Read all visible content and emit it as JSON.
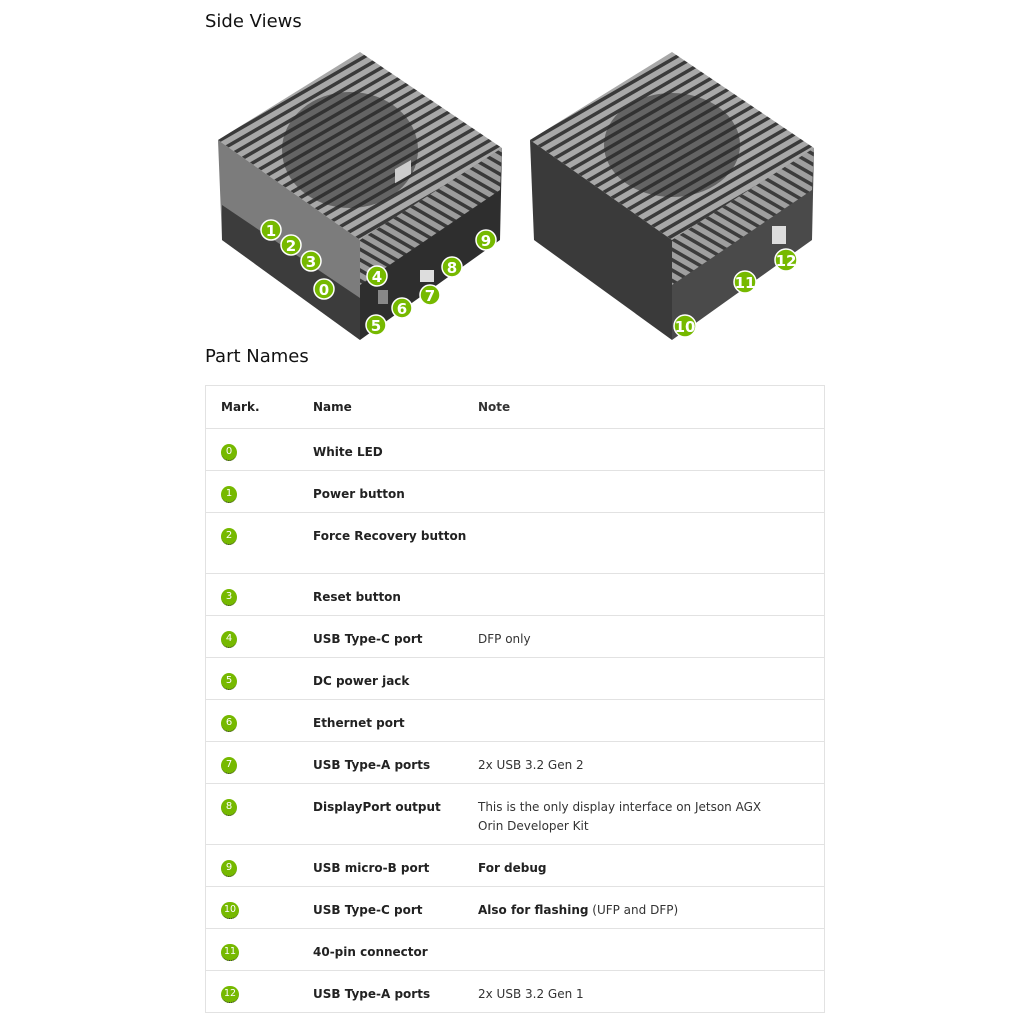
{
  "side_views_title": "Side Views",
  "part_names_title": "Part Names",
  "colors": {
    "accent": "#76b900",
    "border": "#e2e2e2"
  },
  "callouts_left": [
    "1",
    "2",
    "3",
    "0",
    "4",
    "5",
    "6",
    "7",
    "8",
    "9"
  ],
  "callouts_right": [
    "10",
    "11",
    "12"
  ],
  "table": {
    "headers": [
      "Mark.",
      "Name",
      "Note"
    ],
    "rows": [
      {
        "mark": "0",
        "name": "White LED",
        "note": "",
        "note_bold": ""
      },
      {
        "mark": "1",
        "name": "Power button",
        "note": "",
        "note_bold": ""
      },
      {
        "mark": "2",
        "name": "Force Recovery button",
        "note": "",
        "note_bold": ""
      },
      {
        "mark": "3",
        "name": "Reset button",
        "note": "",
        "note_bold": ""
      },
      {
        "mark": "4",
        "name": "USB Type-C port",
        "note": "DFP only",
        "note_bold": ""
      },
      {
        "mark": "5",
        "name": "DC power jack",
        "note": "",
        "note_bold": ""
      },
      {
        "mark": "6",
        "name": "Ethernet port",
        "note": "",
        "note_bold": ""
      },
      {
        "mark": "7",
        "name": "USB Type-A ports",
        "note": "2x USB 3.2 Gen 2",
        "note_bold": ""
      },
      {
        "mark": "8",
        "name": "DisplayPort output",
        "note": "This is the only display interface on Jetson AGX Orin Developer Kit",
        "note_bold": ""
      },
      {
        "mark": "9",
        "name": "USB micro-B port",
        "note": "",
        "note_bold": "For debug"
      },
      {
        "mark": "10",
        "name": "USB Type-C port",
        "note": " (UFP and DFP)",
        "note_bold": "Also for flashing"
      },
      {
        "mark": "11",
        "name": "40-pin connector",
        "note": "",
        "note_bold": ""
      },
      {
        "mark": "12",
        "name": "USB Type-A ports",
        "note": "2x USB 3.2 Gen 1",
        "note_bold": ""
      }
    ]
  }
}
